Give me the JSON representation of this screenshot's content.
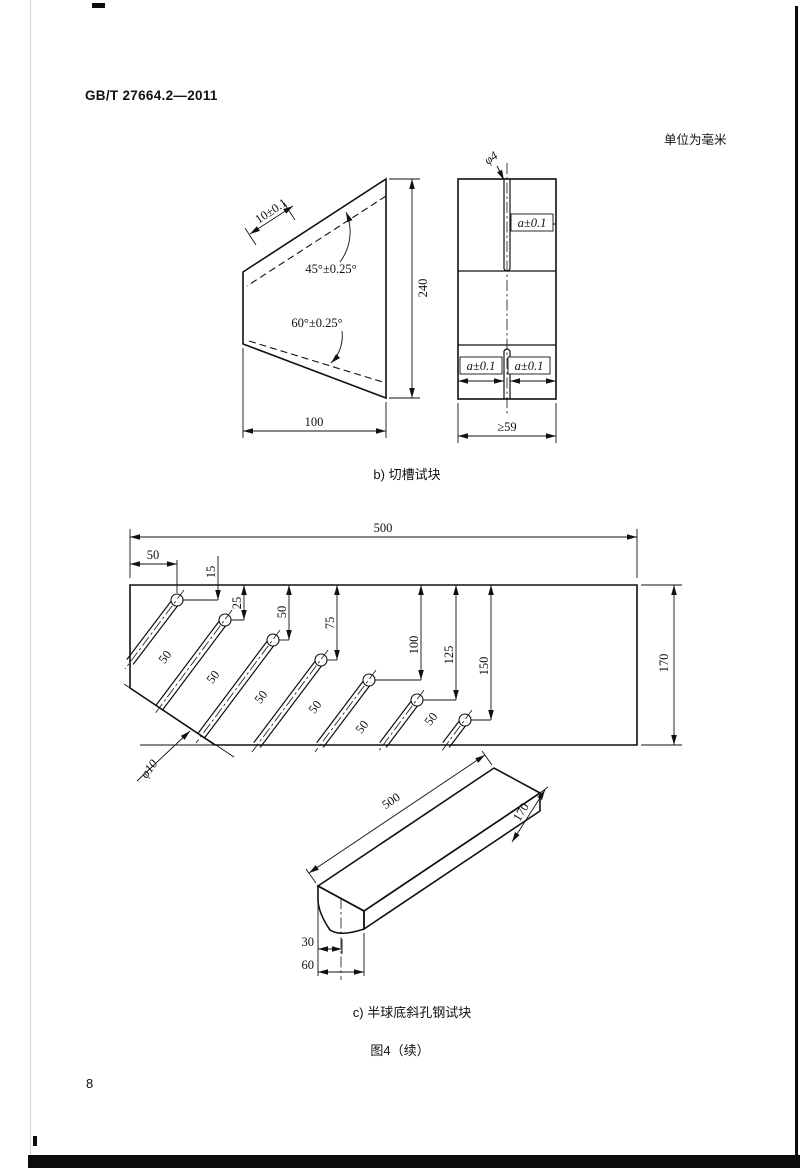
{
  "page": {
    "doc_number": "GB/T 27664.2—2011",
    "unit_note": "单位为毫米",
    "page_number": "8",
    "caption_b": "b) 切槽试块",
    "caption_c": "c) 半球底斜孔钢试块",
    "figure_caption": "图4（续）"
  },
  "notch_block": {
    "side_view": {
      "notch_offset": "10±0.1",
      "angle_45": "45°±0.25°",
      "angle_60": "60°±0.25°",
      "height": "240",
      "width": "100"
    },
    "front_view": {
      "slot_width": "φ4",
      "dim_a_top": "a±0.1",
      "dim_a_bottom_left": "a±0.1",
      "dim_a_bottom_right": "a±0.1",
      "min_width": "≥59"
    }
  },
  "hole_block": {
    "plan_view": {
      "length": "500",
      "edge_offset": "50",
      "depths": [
        "15",
        "25",
        "50",
        "75",
        "100",
        "125",
        "150"
      ],
      "spacings": [
        "50",
        "50",
        "50",
        "50",
        "50",
        "50"
      ],
      "height": "170",
      "hole_diameter": "φ10"
    },
    "iso_view": {
      "length": "500",
      "width": "170",
      "bottom_flat": "30",
      "base_width": "60"
    }
  }
}
